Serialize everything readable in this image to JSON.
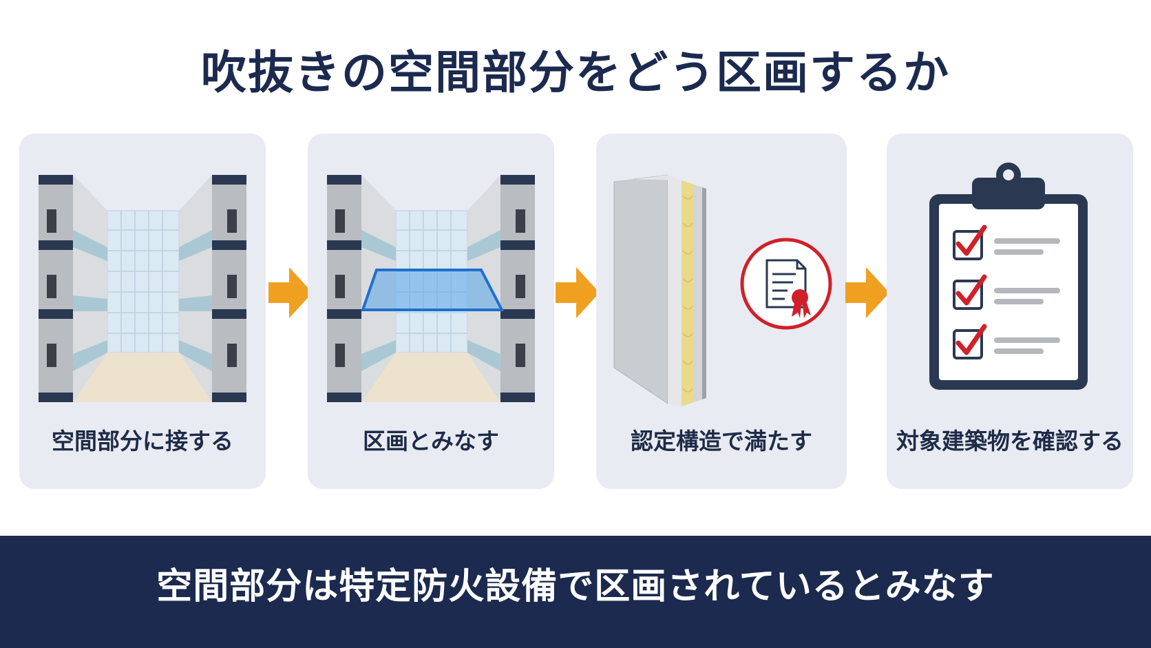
{
  "title": "吹抜きの空間部分をどう区画するか",
  "steps": [
    {
      "label": "空間部分に接する",
      "icon": "atrium-building-icon"
    },
    {
      "label": "区画とみなす",
      "icon": "atrium-partition-icon"
    },
    {
      "label": "認定構造で満たす",
      "icon": "certified-wall-icon"
    },
    {
      "label": "対象建築物を確認する",
      "icon": "checklist-clipboard-icon"
    }
  ],
  "arrows": [
    "arrow-right-icon",
    "arrow-right-icon",
    "arrow-right-icon"
  ],
  "banner": "空間部分は特定防火設備で区画されているとみなす",
  "colors": {
    "navy": "#1b2a4e",
    "arrow": "#f0a020",
    "card": "#e8ebf1",
    "seal_red": "#d0202a",
    "glass_blue": "#2f7fd6"
  }
}
